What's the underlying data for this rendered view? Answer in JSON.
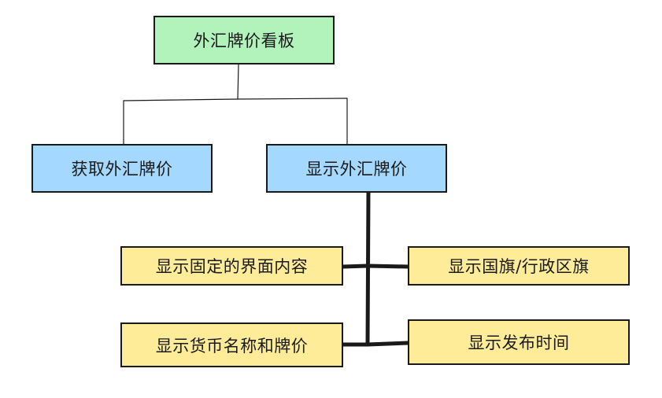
{
  "colors": {
    "root_fill": "#b2f2bb",
    "level1_fill": "#a5d8ff",
    "level2_fill": "#ffec99",
    "stroke": "#1a1a1a"
  },
  "nodes": {
    "root": "外汇牌价看板",
    "fetch": "获取外汇牌价",
    "show": "显示外汇牌价",
    "fixed_ui": "显示固定的界面内容",
    "flags": "显示国旗/行政区旗",
    "currency_rate": "显示货币名称和牌价",
    "publish_time": "显示发布时间"
  }
}
